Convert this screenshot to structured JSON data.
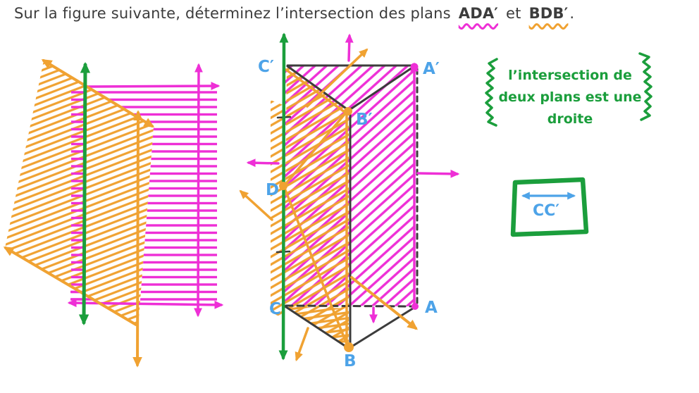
{
  "palette": {
    "ink": "#3c3c3c",
    "magenta": "#ee2fd6",
    "orange": "#f0a232",
    "green": "#1b9e3c",
    "blue": "#4da3e8",
    "bg": "#ffffff"
  },
  "title": {
    "prefix": "Sur la figure suivante, déterminez l’intersection des plans",
    "plane_1": "ADA′",
    "conjunction": "et",
    "plane_2": "BDB′",
    "period": "."
  },
  "prism": {
    "labels": {
      "c_prime": "C′",
      "a_prime": "A′",
      "b_prime": "B′",
      "d": "D",
      "c": "C",
      "a": "A",
      "b": "B"
    }
  },
  "note": {
    "line_1": "l’intersection de",
    "line_2": "deux plans est une",
    "line_3": "droite"
  },
  "answer_box": {
    "label": "CC′"
  }
}
